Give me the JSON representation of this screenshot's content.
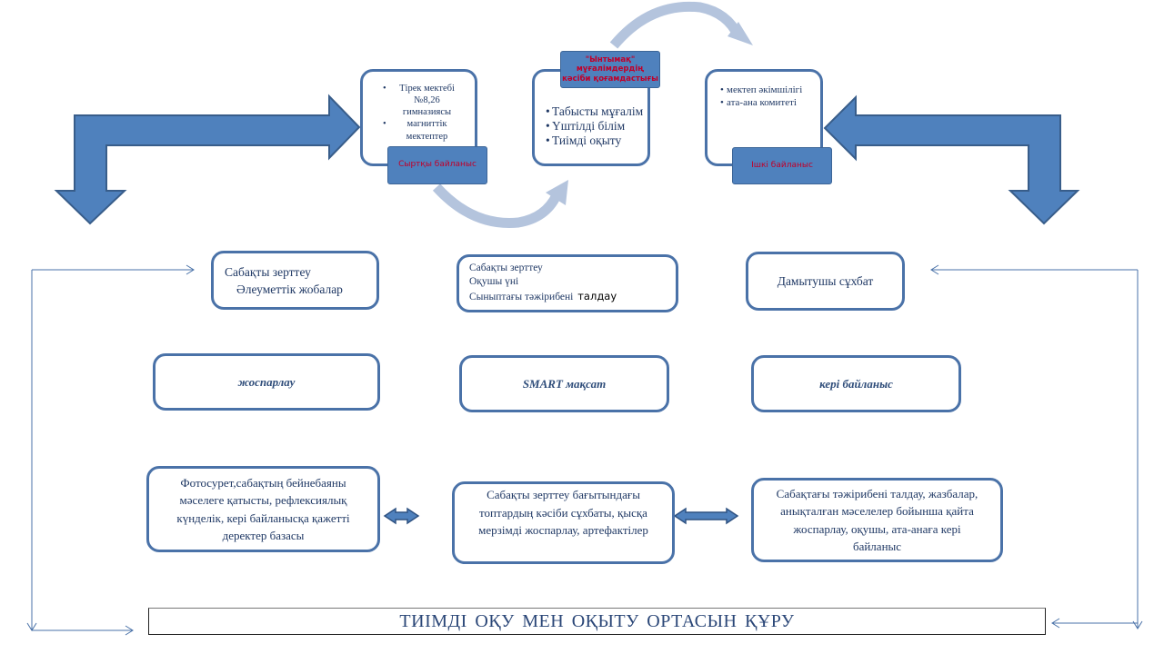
{
  "diagram": {
    "top_row": {
      "external": {
        "bullets": [
          "Тірек мектебі №8,26 гимназиясы",
          "магниттік мектептер"
        ],
        "tag": "Сыртқы байланыс"
      },
      "community": {
        "tag": "\"Ынтымақ\" мұғалімдердің кәсіби қоғамдастығы",
        "bullets": [
          "Табысты мұғалім",
          "Үштілді білім",
          "Тиімді оқыту"
        ]
      },
      "internal": {
        "bullets": [
          "мектеп әкімшілігі",
          "ата-ана комитеті"
        ],
        "tag": "Ішкі байланыс"
      }
    },
    "row2": {
      "left": [
        "Сабақты зерттеу",
        "Әлеуметтік жобалар"
      ],
      "middle": [
        "Сабақты зерттеу",
        "Оқушы үні",
        "Сыныптағы тәжірибені",
        "талдау"
      ],
      "right": "Дамытушы сұхбат"
    },
    "row3": {
      "left": "жоспарлау",
      "middle": "SMART мақсат",
      "right": "кері байланыс"
    },
    "row4": {
      "left": "Фотосурет,сабақтың бейнебаяны мәселеге қатысты, рефлексиялық күнделік, кері байланысқа қажетті деректер базасы",
      "middle": "Сабақты зерттеу бағытындағы топтардың кәсіби сұхбаты, қысқа мерзімді жоспарлау, артефактілер",
      "right": "Сабақтағы тәжірибені талдау, жазбалар, анықталған мәселелер бойынша қайта жоспарлау, оқушы, ата-анаға кері байланыс"
    },
    "goal": "ТИІМДІ ОҚУ МЕН ОҚЫТУ ОРТАСЫН ҚҰРУ",
    "colors": {
      "arrow_fill": "#4f81bd",
      "arrow_stroke": "#385d8a",
      "box_border": "#4a72a8",
      "tag_text": "#c0002a",
      "curve_arrow": "#b4c4dd",
      "line": "#4a72a8"
    }
  }
}
